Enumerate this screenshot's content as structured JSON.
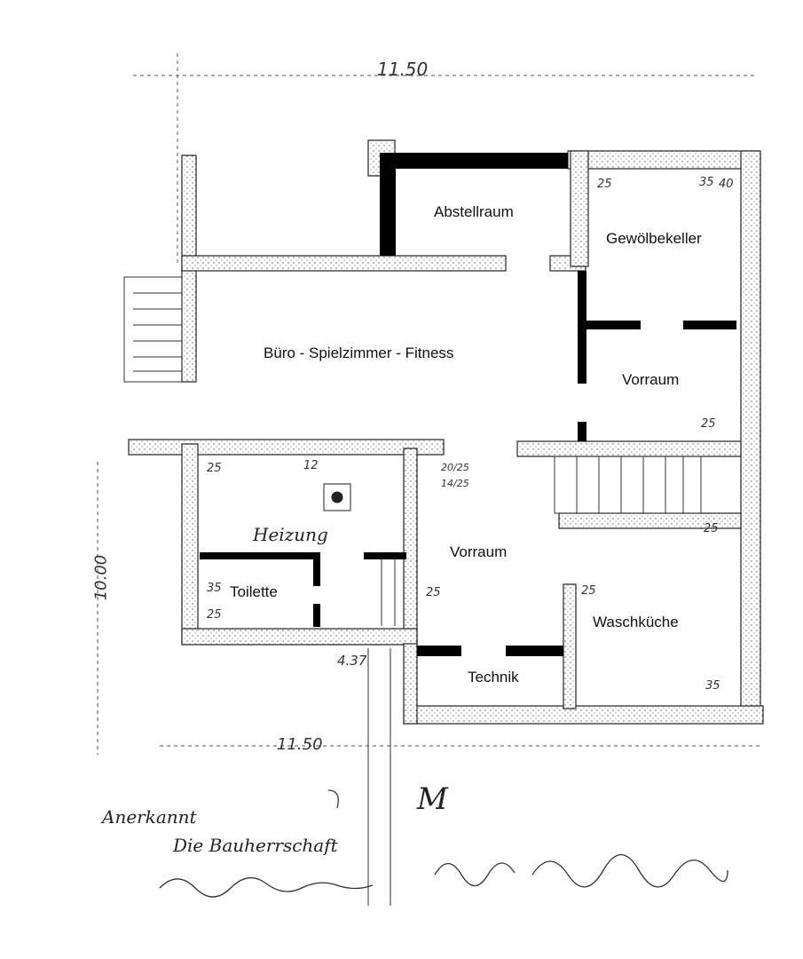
{
  "dimensions": {
    "top_width": "11.50",
    "bottom_width": "11.50",
    "left_height": "10.00",
    "stair_width": "4.37",
    "wall_marks": [
      "25",
      "25",
      "35",
      "25",
      "35",
      "12",
      "25",
      "25",
      "25",
      "25",
      "35",
      "40"
    ],
    "chimney_marks": [
      "20/25",
      "14/25"
    ]
  },
  "rooms": {
    "abstellraum": "Abstellraum",
    "gewoelbekeller": "Gewölbekeller",
    "buero": "Büro - Spielzimmer - Fitness",
    "vorraum_top": "Vorraum",
    "vorraum_center": "Vorraum",
    "heizung": "Heizung",
    "toilette": "Toilette",
    "waschkueche": "Waschküche",
    "technik": "Technik"
  },
  "signature_block": {
    "line1": "Anerkannt",
    "line2": "Die Bauherrschaft",
    "initial_marks": "M"
  },
  "colors": {
    "new_walls": "#000000",
    "existing_walls": "#d8d8d8"
  }
}
